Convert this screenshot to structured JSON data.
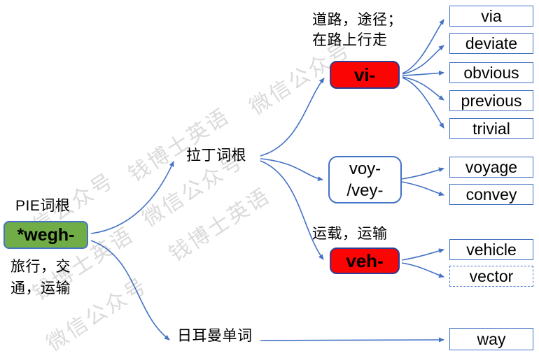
{
  "colors": {
    "line_blue": "#4472C4",
    "root_green": "#70AD47",
    "subroot_red": "#FB0404",
    "red_box_border": "#2E3D96",
    "watermark_gray": "#DADADA"
  },
  "watermark": {
    "wechat": "微信公众号",
    "brand": "钱博士英语"
  },
  "root": {
    "label": "PIE词根",
    "box": "*wegh-",
    "gloss_line1": "旅行，交",
    "gloss_line2": "通，运输"
  },
  "branches": {
    "latin": {
      "label": "拉丁词根"
    },
    "germanic": {
      "label": "日耳曼单词"
    }
  },
  "subroots": {
    "vi": {
      "gloss_line1": "道路，途径；",
      "gloss_line2": "在路上行走",
      "box": "vi-"
    },
    "voy": {
      "box_line1": "voy-",
      "box_line2": "/vey-"
    },
    "veh": {
      "gloss": "运载，运输",
      "box": "veh-"
    }
  },
  "words": {
    "via": "via",
    "deviate": "deviate",
    "obvious": "obvious",
    "previous": "previous",
    "trivial": "trivial",
    "voyage": "voyage",
    "convey": "convey",
    "vehicle": "vehicle",
    "vector": "vector",
    "way": "way"
  }
}
